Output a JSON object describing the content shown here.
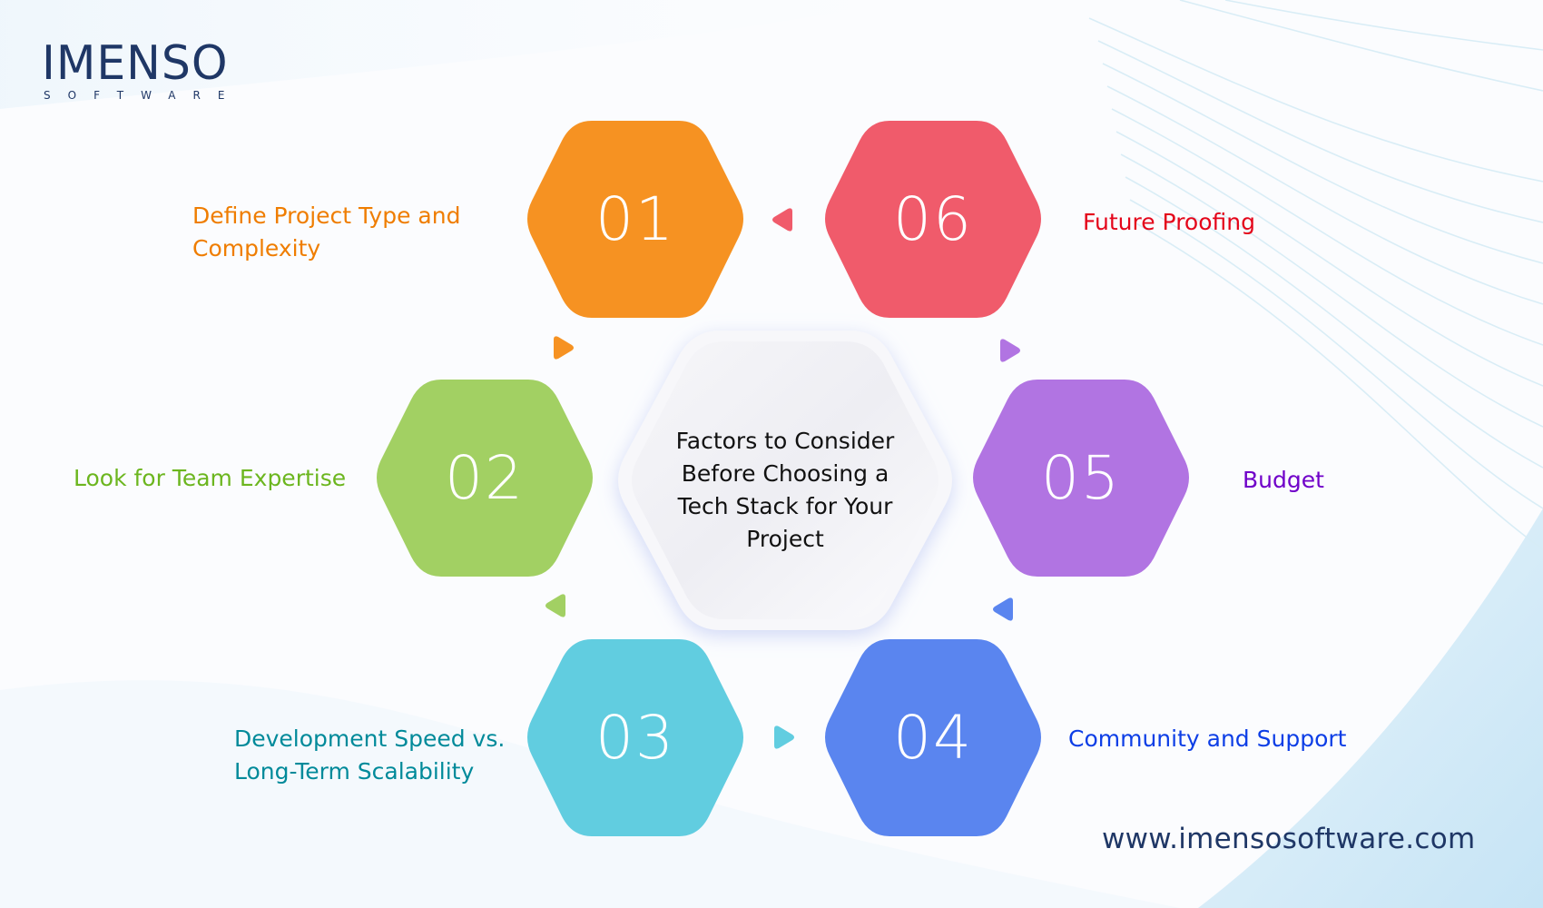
{
  "logo": {
    "name": "IMENSO",
    "subtitle": "SOFTWARE",
    "color": "#1f3766"
  },
  "center": {
    "lines": [
      "Factors to Consider",
      "Before Choosing a",
      "Tech Stack for Your",
      "Project"
    ]
  },
  "steps": [
    {
      "number": "01",
      "label_lines": [
        "Define Project Type and",
        "Complexity"
      ],
      "hex_color": "#f69222",
      "label_color": "#ef7d00"
    },
    {
      "number": "02",
      "label_lines": [
        "Look for Team Expertise"
      ],
      "hex_color": "#a2d063",
      "label_color": "#6cb61f"
    },
    {
      "number": "03",
      "label_lines": [
        "Development Speed vs.",
        "Long-Term Scalability"
      ],
      "hex_color": "#61cde0",
      "label_color": "#008a9a"
    },
    {
      "number": "04",
      "label_lines": [
        "Community and Support"
      ],
      "hex_color": "#5a85ef",
      "label_color": "#0d3ee6"
    },
    {
      "number": "05",
      "label_lines": [
        "Budget"
      ],
      "hex_color": "#b174e2",
      "label_color": "#7000c9"
    },
    {
      "number": "06",
      "label_lines": [
        "Future Proofing"
      ],
      "hex_color": "#f05b6b",
      "label_color": "#e4051a"
    }
  ],
  "footer": {
    "url": "www.imensosoftware.com"
  }
}
